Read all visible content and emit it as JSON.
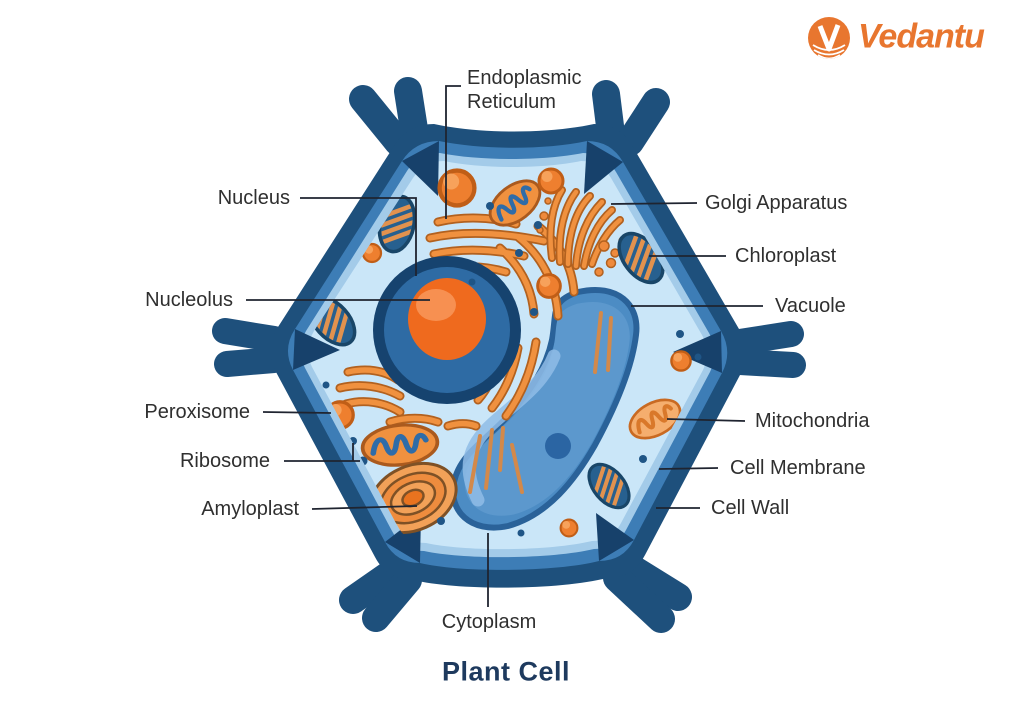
{
  "brand": {
    "name": "Vedantu",
    "logo_icon": "vedantu-v-icon",
    "color": "#E8762F"
  },
  "diagram": {
    "title": "Plant Cell",
    "labels": {
      "endoplasmic_reticulum": "Endoplasmic Reticulum",
      "nucleus": "Nucleus",
      "nucleolus": "Nucleolus",
      "peroxisome": "Peroxisome",
      "ribosome": "Ribosome",
      "amyloplast": "Amyloplast",
      "golgi_apparatus": "Golgi Apparatus",
      "chloroplast": "Chloroplast",
      "vacuole": "Vacuole",
      "mitochondria": "Mitochondria",
      "cell_membrane": "Cell Membrane",
      "cell_wall": "Cell Wall",
      "cytoplasm": "Cytoplasm"
    },
    "colors": {
      "cell_wall_navy": "#1E507C",
      "membrane_blue": "#3D7DB6",
      "inner_rim_blue": "#A3CBE9",
      "cytoplasm_blue": "#CAE6F8",
      "vacuole_blue": "#4C8CC4",
      "nucleus_blue": "#2E6BA4",
      "nucleolus_orange": "#EF6A1E",
      "organelle_orange": "#F0913F",
      "pointer_line": "#1f2430",
      "label_text": "#2F2F2F",
      "title_navy": "#1E3A5E"
    }
  }
}
